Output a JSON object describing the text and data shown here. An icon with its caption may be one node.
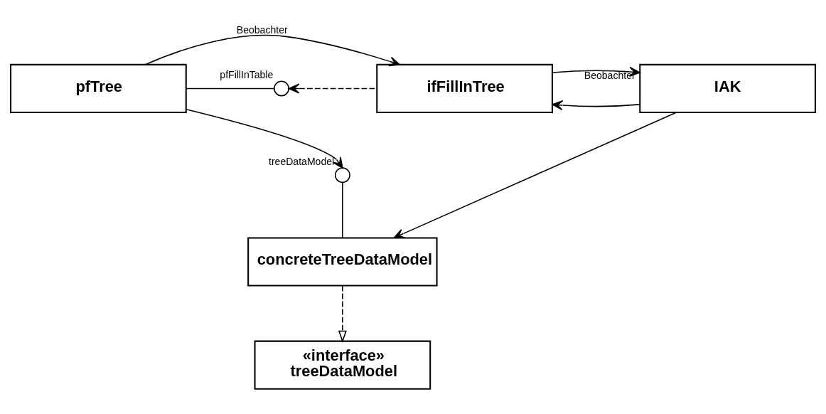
{
  "diagram": {
    "nodes": [
      {
        "text": [
          "pfTree"
        ]
      },
      {
        "text": [],
        "shape": "circle",
        "beside": [
          "pfFillInTable"
        ]
      },
      {
        "text": [
          "ifFillInTree"
        ]
      },
      {
        "text": [
          "IAK"
        ]
      },
      {
        "text": [],
        "shape": "circle",
        "beside": [
          "treeDataModel"
        ]
      },
      {
        "text": [
          "concreteTreeDataModel"
        ]
      },
      {
        "text": [
          "«interface»",
          "treeDataModel"
        ]
      }
    ],
    "edges": [
      {
        "from": 0,
        "to": 1,
        "arrow": "none"
      },
      {
        "from": 2,
        "to": 1,
        "arrow": "to",
        "style": "dashed"
      },
      {
        "from": 0,
        "to": 2,
        "arrow": "to",
        "label": "Beobachter"
      },
      {
        "from": 3,
        "to": 2,
        "arrow": "to"
      },
      {
        "from": 2,
        "to": 3,
        "arrow": "to",
        "label": "Beobachter"
      },
      {
        "from": 0,
        "to": 4,
        "arrow": "to"
      },
      {
        "from": 4,
        "to": 5,
        "arrow": "none"
      },
      {
        "from": 3,
        "to": 5,
        "arrow": "to"
      },
      {
        "from": 5,
        "to": 6,
        "arrow": "to",
        "style": "dashed"
      }
    ]
  }
}
